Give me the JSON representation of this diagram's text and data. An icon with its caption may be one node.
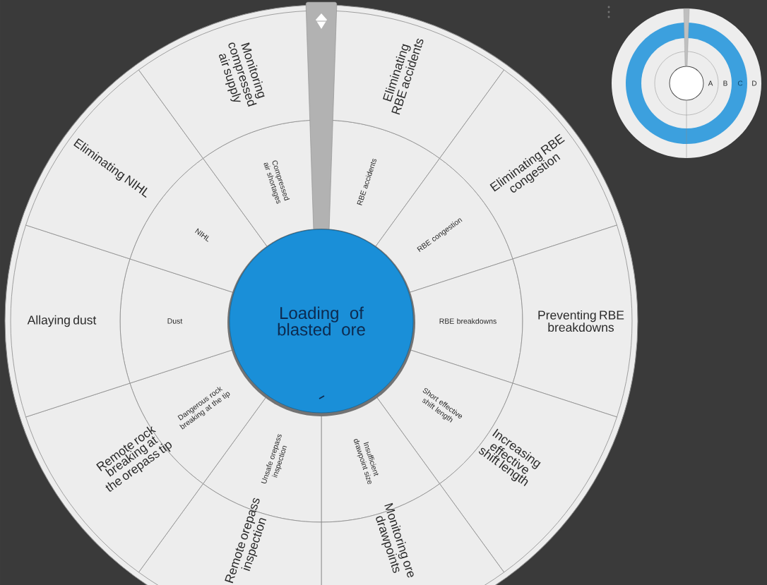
{
  "diagram": {
    "nodes": [
      {
        "text": [
          "Loading of blasted ore"
        ]
      },
      {
        "text": [
          "RBE accidents"
        ]
      },
      {
        "text": [
          "RBE congestion"
        ]
      },
      {
        "text": [
          "RBE breakdowns"
        ]
      },
      {
        "text": [
          "Short effective shift length"
        ]
      },
      {
        "text": [
          "Insufficient drawpoint size"
        ]
      },
      {
        "text": [
          "Unsafe orepass inspection"
        ]
      },
      {
        "text": [
          "Dangerous rock breaking at the tip"
        ]
      },
      {
        "text": [
          "Dust"
        ]
      },
      {
        "text": [
          "NIHL"
        ]
      },
      {
        "text": [
          "Compressed air shortages"
        ]
      },
      {
        "text": [
          "Eliminating RBE accidents"
        ]
      },
      {
        "text": [
          "Eliminating RBE congestion"
        ]
      },
      {
        "text": [
          "Preventing RBE breakdowns"
        ]
      },
      {
        "text": [
          "Increasing effective shift length"
        ]
      },
      {
        "text": [
          "Monitoring ore drawpoints"
        ]
      },
      {
        "text": [
          "Remote orepass inspection"
        ]
      },
      {
        "text": [
          "Remote rock breaking at the orepass tip"
        ]
      },
      {
        "text": [
          "Allaying dust"
        ]
      },
      {
        "text": [
          "Eliminating NIHL"
        ]
      },
      {
        "text": [
          "Monitoring compressed air supply"
        ]
      }
    ],
    "labels": [
      "A",
      "B",
      "C",
      "D"
    ]
  }
}
